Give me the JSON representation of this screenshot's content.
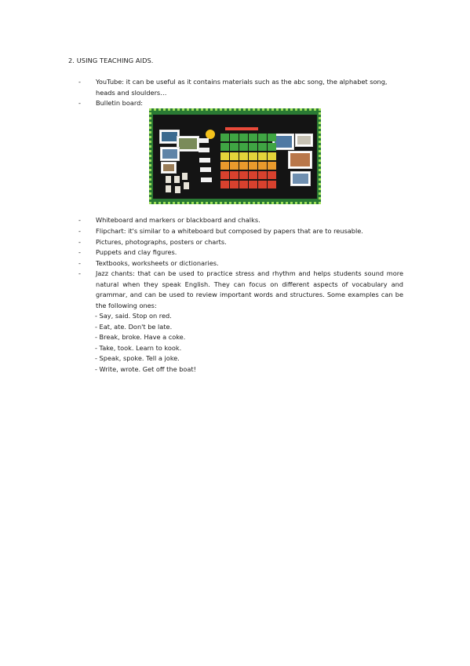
{
  "heading": "2. USING TEACHING AIDS.",
  "items": [
    {
      "dash": "-",
      "text": "YouTube: it can be useful as it contains materials such as the abc song, the alphabet song, heads and sloulders…"
    },
    {
      "dash": "-",
      "text": "Bulletin board:"
    },
    {
      "dash": "-",
      "text": "Whiteboard and markers or blackboard and chalks."
    },
    {
      "dash": "-",
      "text": "Flipchart: it's similar to a whiteboard but composed by papers that are to reusable."
    },
    {
      "dash": "-",
      "text": "Pictures, photographs, posters or charts."
    },
    {
      "dash": "-",
      "text": "Puppets and clay figures."
    },
    {
      "dash": "-",
      "text": "Textbooks, worksheets or dictionaries."
    },
    {
      "dash": "-",
      "text": "Jazz chants: that can be used to practice stress and rhythm and helps students sound more natural when they speak English. They can focus on different aspects of vocabulary and grammar, and can be used to review important words and structures. Some examples can be the following ones:"
    }
  ],
  "examples": [
    "- Say, said. Stop on red.",
    "- Eat, ate. Don't be late.",
    "- Break, broke. Have a coke.",
    "- Take, took. Learn to kook.",
    "- Speak, spoke. Tell a joke.",
    "- Write, wrote. Get off the boat!"
  ],
  "image": {
    "board_color": "#2a7a34",
    "background_color": "#141414",
    "grid_row_colors": [
      "#3fa543",
      "#3fa543",
      "#e3d43a",
      "#e99a2c",
      "#d8412e",
      "#d8412e"
    ]
  }
}
